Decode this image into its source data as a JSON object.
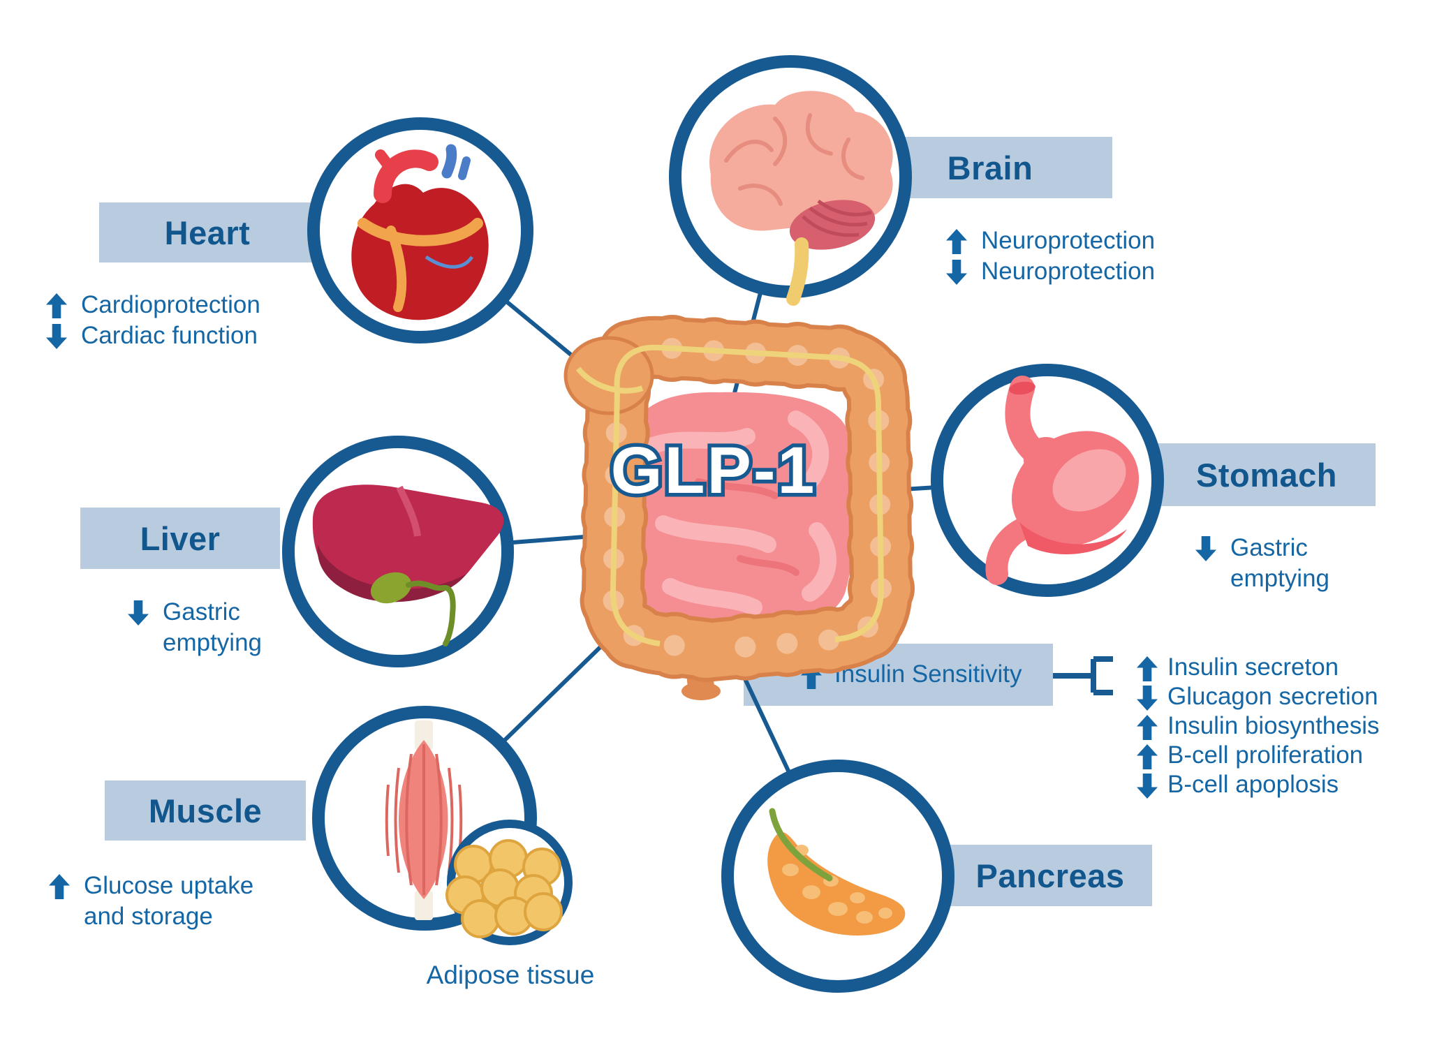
{
  "center": {
    "label": "GLP-1"
  },
  "palette": {
    "circle_stroke": "#175A92",
    "connector_line": "#175A92",
    "label_bg": "#B9CCDF",
    "label_text": "#11568D",
    "effect_text": "#1566A4",
    "arrow": "#1566A4"
  },
  "icons": {
    "arrow-up-icon": "⬆",
    "arrow-down-icon": "⬇"
  },
  "organs": {
    "heart": {
      "label": "Heart",
      "effects": [
        {
          "direction": "up",
          "text": "Cardioprotection"
        },
        {
          "direction": "down",
          "text": "Cardiac function"
        }
      ]
    },
    "brain": {
      "label": "Brain",
      "effects": [
        {
          "direction": "up",
          "text": "Neuroprotection"
        },
        {
          "direction": "down",
          "text": "Neuroprotection"
        }
      ]
    },
    "stomach": {
      "label": "Stomach",
      "effects": [
        {
          "direction": "down",
          "text": "Gastric emptying"
        }
      ]
    },
    "liver": {
      "label": "Liver",
      "effects": [
        {
          "direction": "down",
          "text": "Gastric emptying"
        }
      ]
    },
    "muscle": {
      "label": "Muscle",
      "effects": [
        {
          "direction": "up",
          "text": "Glucose uptake and storage"
        }
      ]
    },
    "pancreas": {
      "label": "Pancreas",
      "effects": []
    },
    "adipose": {
      "label": "Adipose tissue"
    }
  },
  "insulin": {
    "headline": {
      "direction": "up",
      "text": "Insulin Sensitivity"
    },
    "effects": [
      {
        "direction": "up",
        "text": "Insulin secreton"
      },
      {
        "direction": "down",
        "text": "Glucagon secretion"
      },
      {
        "direction": "up",
        "text": "Insulin biosynthesis"
      },
      {
        "direction": "up",
        "text": "B-cell proliferation"
      },
      {
        "direction": "down",
        "text": "B-cell apoplosis"
      }
    ]
  }
}
